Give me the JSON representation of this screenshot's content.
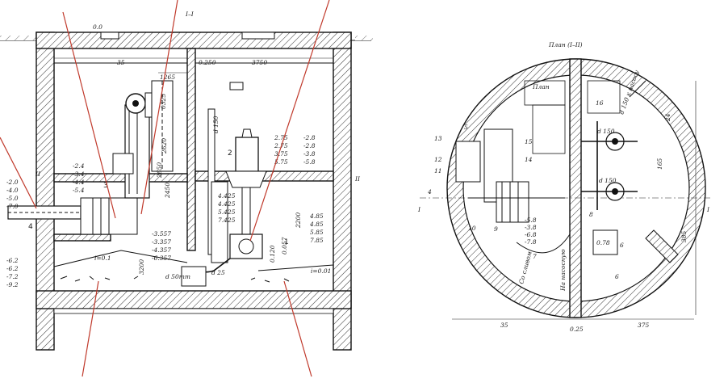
{
  "colors": {
    "line": "#111111",
    "leader": "#c0392b",
    "background": "#ffffff"
  },
  "section": {
    "section_mark": "I–I",
    "elevation_top": "0.0",
    "wall_left_dim": "35",
    "wall_mid_dim": "0.250",
    "span_right_dim": "3750",
    "dim_1265": "1265",
    "dim_0325": "0325",
    "dim_2620": "2620",
    "dim_2650": "2650",
    "dim_2450": "2450",
    "dim_3200": "3200",
    "dim_2200": "2200",
    "dim_150": "d 150",
    "pump_label": "2",
    "pipe_label": "d 50mm",
    "pipe_label_2": "d 25",
    "num_3": "3",
    "num_1": "1",
    "num_4": "4",
    "slope_left": "i=0.1",
    "slope_right": "i=0.01",
    "mark_II_left": "II",
    "mark_II_right": "II",
    "levels_left_top": [
      "-2.0",
      "-4.0",
      "-5.0",
      "-7.0"
    ],
    "levels_inner": [
      "-2.4",
      "-3.4",
      "-4.4",
      "-5.4"
    ],
    "levels_mid": [
      "-3.557",
      "-3.357",
      "-4.357",
      "-6.357"
    ],
    "levels_right_top": [
      "2.75",
      "2.75",
      "3.75",
      "5.75"
    ],
    "levels_right_col2": [
      "-2.8",
      "-2.8",
      "-3.8",
      "-5.8"
    ],
    "levels_pump": [
      "4.425",
      "4.425",
      "5.425",
      "7.425"
    ],
    "levels_right_low": [
      "4.85",
      "4.85",
      "5.85",
      "7.85"
    ],
    "levels_left_bottom": [
      "-6.2",
      "-6.2",
      "-7.2",
      "-9.2"
    ],
    "dim_0120": "0.120",
    "dim_0057": "0.057"
  },
  "plan": {
    "title": "План (I–II)",
    "label_plan": "План",
    "mark_I_left": "I",
    "mark_I_right": "I",
    "callouts": [
      "13",
      "12",
      "11",
      "10",
      "9",
      "7",
      "6",
      "4",
      "5",
      "14",
      "15",
      "16"
    ],
    "dims": {
      "bottom_left": "35",
      "bottom_right": "375",
      "bottom_center": "0.25",
      "right_side": "385",
      "right_top": "24",
      "right_mid": "165",
      "top_box": "d 150",
      "d150_second": "d 150",
      "box_078": "0.78",
      "small_6": "6",
      "small_8": "8"
    },
    "levels": [
      "-5.8",
      "-3.8",
      "-6.8",
      "-7.8"
    ],
    "rotated_labels": {
      "left_pipe": "Со сливом",
      "right_pipe": "На насосную",
      "top_right": "d 150 к насосу"
    }
  }
}
